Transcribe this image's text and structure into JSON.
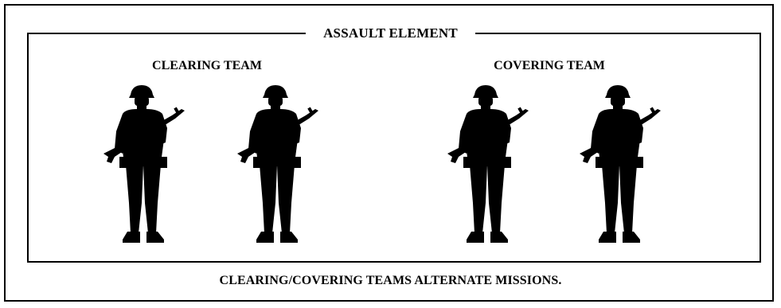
{
  "diagram": {
    "title": "ASSAULT ELEMENT",
    "teams": [
      {
        "label": "CLEARING TEAM",
        "soldiers": 2
      },
      {
        "label": "COVERING TEAM",
        "soldiers": 2
      }
    ],
    "caption": "CLEARING/COVERING TEAMS ALTERNATE MISSIONS."
  },
  "colors": {
    "ink": "#000000",
    "background": "#ffffff"
  },
  "icons": {
    "soldier": "soldier-silhouette-icon"
  }
}
